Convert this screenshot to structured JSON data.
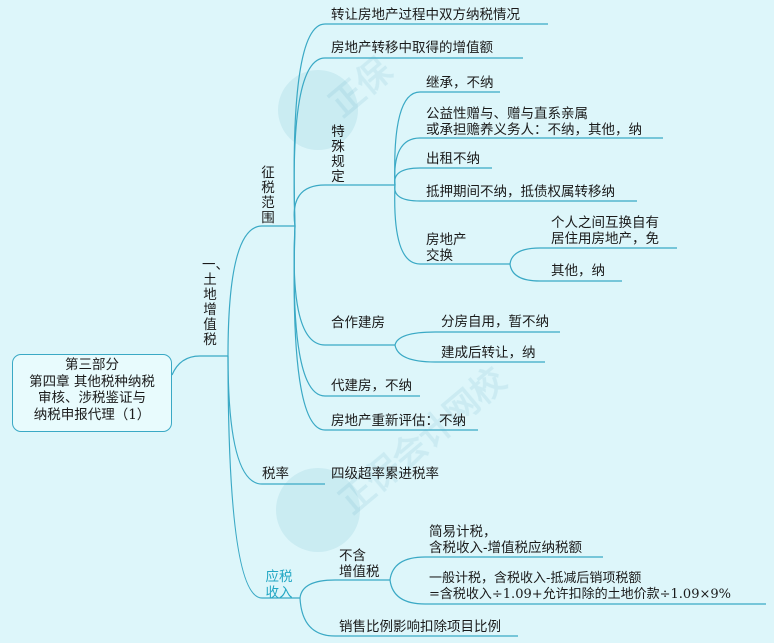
{
  "root": {
    "lines": [
      "第三部分",
      "第四章  其他税种纳税",
      "审核、涉税鉴证与",
      "纳税申报代理（1）"
    ]
  },
  "l1": {
    "label": "一、土地增值税"
  },
  "l2": {
    "scope": "征税范围",
    "rate": "税率",
    "income": "应税收入"
  },
  "scope_items": {
    "transfer_both": "转让房地产过程中双方纳税情况",
    "transfer_appreciation": "房地产转移中取得的增值额",
    "special": "特殊规定",
    "coop": "合作建房",
    "agency": "代建房，不纳",
    "revalue": "房地产重新评估：不纳"
  },
  "special_items": {
    "inherit": "继承，不纳",
    "gift": "公益性赠与、赠与直系亲属\n或承担赡养义务人：不纳，其他，纳",
    "rent": "出租不纳",
    "mortgage": "抵押期间不纳，抵债权属转移纳",
    "exchange": "房地产\n交换"
  },
  "exchange_items": {
    "personal": "个人之间互换自有\n居住用房地产，免",
    "other": "其他，纳"
  },
  "coop_items": {
    "self_use": "分房自用，暂不纳",
    "transfer": "建成后转让，纳"
  },
  "rate_items": {
    "progressive": "四级超率累进税率"
  },
  "income_items": {
    "excl_vat": "不含\n增值税",
    "ratio": "销售比例影响扣除项目比例"
  },
  "vat_items": {
    "simple": "简易计税，\n含税收入-增值税应纳税额",
    "general": "一般计税，含税收入-抵减后销项税额\n=含税收入÷1.09+允许扣除的土地价款÷1.09×9%"
  },
  "colors": {
    "line": "#3aa9c5",
    "teal_text": "#22a7c4",
    "background": "#ddf6fa"
  }
}
